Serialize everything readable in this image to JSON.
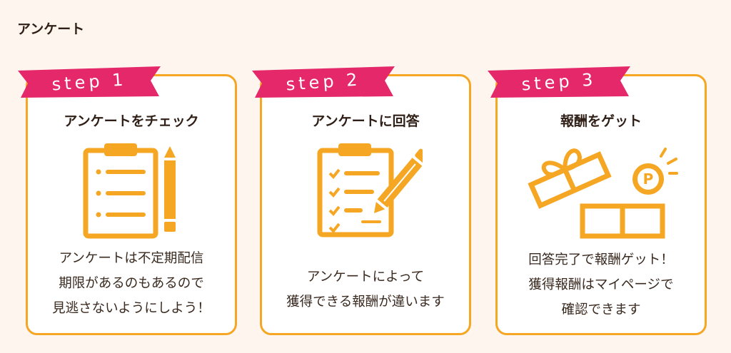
{
  "page": {
    "title": "アンケート"
  },
  "colors": {
    "background": "#fdf5ee",
    "card_border": "#f5a623",
    "icon": "#f5a623",
    "ribbon": "#e4286a"
  },
  "steps": [
    {
      "label": "step 1",
      "heading": "アンケートをチェック",
      "icon": "clipboard-pencil-icon",
      "description": [
        "アンケートは不定期配信",
        "期限があるのもあるので",
        "見逃さないようにしよう！"
      ]
    },
    {
      "label": "step 2",
      "heading": "アンケートに回答",
      "icon": "checklist-writing-icon",
      "description": [
        "アンケートによって",
        "獲得できる報酬が違います"
      ]
    },
    {
      "label": "step 3",
      "heading": "報酬をゲット",
      "icon": "gift-point-icon",
      "icon_text": "P",
      "description": [
        "回答完了で報酬ゲット！",
        "獲得報酬はマイページで",
        "確認できます"
      ]
    }
  ]
}
